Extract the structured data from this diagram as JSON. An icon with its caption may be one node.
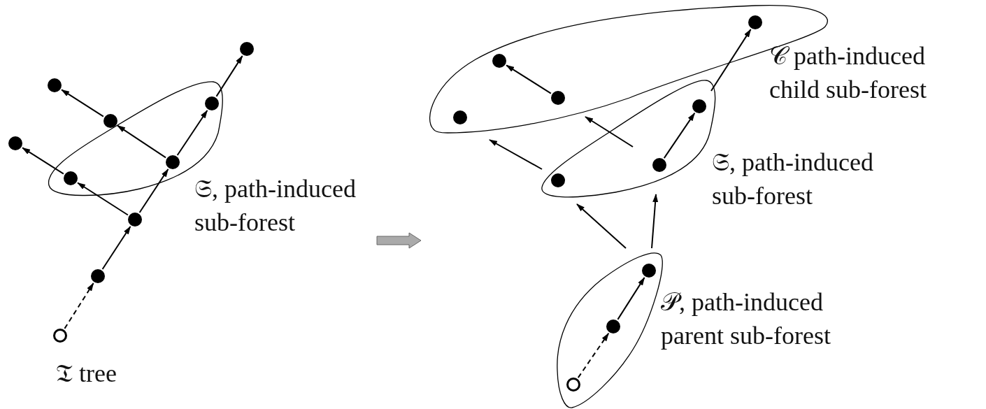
{
  "diagram": {
    "nodes": [
      {
        "text": [],
        "shape": "ellipse",
        "beside": [
          "𝔖, path-induced sub-forest"
        ]
      },
      {
        "text": [],
        "shape": "dot"
      },
      {
        "text": [],
        "shape": "dot"
      },
      {
        "text": [],
        "shape": "dot",
        "in": 0
      },
      {
        "text": [],
        "shape": "dot"
      },
      {
        "text": [],
        "shape": "dot"
      },
      {
        "text": [],
        "shape": "dot",
        "in": 0
      },
      {
        "text": [],
        "shape": "dot",
        "in": 0
      },
      {
        "text": [],
        "shape": "dot"
      },
      {
        "text": [],
        "shape": "dot"
      },
      {
        "text": [],
        "shape": "circle",
        "beside": [
          "𝔗 tree"
        ]
      },
      {
        "text": [],
        "shape": "ellipse",
        "beside": [
          "𝒞 path-induced child sub-forest"
        ]
      },
      {
        "text": [],
        "shape": "dot",
        "in": 11
      },
      {
        "text": [],
        "shape": "dot",
        "in": 11
      },
      {
        "text": [],
        "shape": "dot",
        "in": 11
      },
      {
        "text": [],
        "shape": "dot",
        "in": 11
      },
      {
        "text": [],
        "shape": "ellipse",
        "beside": [
          "𝔖, path-induced sub-forest"
        ]
      },
      {
        "text": [],
        "shape": "dot",
        "in": 16
      },
      {
        "text": [],
        "shape": "dot",
        "in": 16
      },
      {
        "text": [],
        "shape": "dot",
        "in": 16
      },
      {
        "text": [],
        "shape": "ellipse",
        "beside": [
          "𝒫, path-induced parent sub-forest"
        ]
      },
      {
        "text": [],
        "shape": "dot",
        "in": 20
      },
      {
        "text": [],
        "shape": "dot",
        "in": 20
      },
      {
        "text": [],
        "shape": "circle",
        "in": 20
      }
    ],
    "edges": [
      {
        "from": 10,
        "to": 9,
        "arrow": "to",
        "style": "dashed"
      },
      {
        "from": 9,
        "to": 8,
        "arrow": "to"
      },
      {
        "from": 8,
        "to": 6,
        "arrow": "to"
      },
      {
        "from": 6,
        "to": 3,
        "arrow": "to"
      },
      {
        "from": 3,
        "to": 1,
        "arrow": "to"
      },
      {
        "from": 8,
        "to": 7,
        "arrow": "to"
      },
      {
        "from": 7,
        "to": 5,
        "arrow": "to"
      },
      {
        "from": 6,
        "to": 4,
        "arrow": "to"
      },
      {
        "from": 4,
        "to": 2,
        "arrow": "to"
      },
      {
        "from": 14,
        "to": 13,
        "arrow": "to"
      },
      {
        "from": 18,
        "to": 17,
        "arrow": "to"
      },
      {
        "from": 23,
        "to": 22,
        "arrow": "to",
        "style": "dashed"
      },
      {
        "from": 22,
        "to": 21,
        "arrow": "to"
      },
      {
        "from": 16,
        "to": 11,
        "arrow": "to"
      },
      {
        "from": null,
        "to": 11,
        "arrow": "to"
      },
      {
        "from": 16,
        "to": 12,
        "arrow": "to"
      },
      {
        "from": 20,
        "to": 16,
        "arrow": "to"
      },
      {
        "from": 20,
        "to": 16,
        "arrow": "to"
      }
    ]
  }
}
